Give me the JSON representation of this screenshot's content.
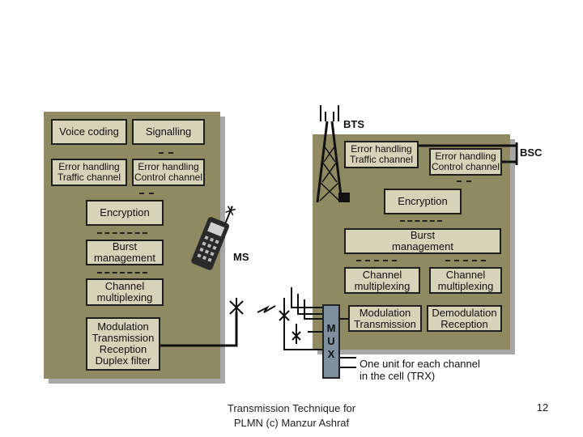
{
  "ms": {
    "label": "MS",
    "blocks": {
      "voice_coding": "Voice coding",
      "signalling": "Signalling",
      "err_traffic": "Error handling\nTraffic channel",
      "err_control": "Error handling\nControl channel",
      "encryption": "Encryption",
      "burst": "Burst\nmanagement",
      "channel_mux": "Channel\nmultiplexing",
      "modulation": "Modulation\nTransmission\nReception\nDuplex filter"
    }
  },
  "bts": {
    "label": "BTS",
    "bsc_label": "BSC",
    "blocks": {
      "err_traffic": "Error handling\nTraffic channel",
      "err_control": "Error handling\nControl channel",
      "encryption": "Encryption",
      "burst": "Burst\nmanagement",
      "channel_mux_1": "Channel\nmultiplexing",
      "channel_mux_2": "Channel\nmultiplexing",
      "modulation": "Modulation\nTransmission",
      "demodulation": "Demodulation\nReception"
    },
    "mux_letters": [
      "M",
      "U",
      "X"
    ],
    "trx_note": "One unit for each channel\nin the cell  (TRX)"
  },
  "footer": {
    "text": "Transmission Technique for\nPLMN (c) Manzur Ashraf",
    "page_number": "12"
  }
}
